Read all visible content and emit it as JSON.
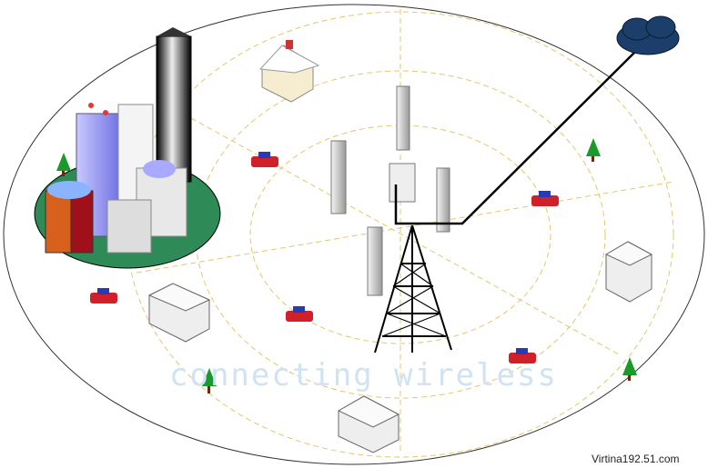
{
  "diagram": {
    "title": "Wireless cell tower coverage area",
    "watermark": "connecting wireless",
    "credit": "Virtina192.51.com",
    "colors": {
      "ring": "#e5c66b",
      "outer": "#333333",
      "car": "#d0202a",
      "tree": "#1a9a2a",
      "cloud": "#1b3f6a",
      "city_base": "#2e8b57"
    }
  }
}
